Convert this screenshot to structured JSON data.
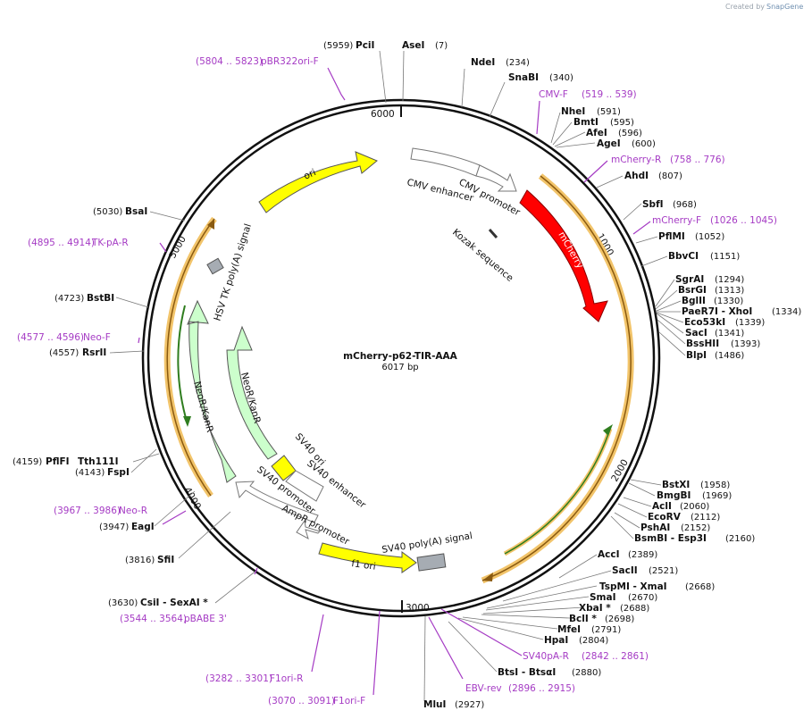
{
  "credit": {
    "created_by": "Created by",
    "app": "SnapGene"
  },
  "plasmid": {
    "name": "mCherry-p62-TIR-AAA",
    "size": "6017 bp"
  },
  "ticks": [
    "6000",
    "1000",
    "2000",
    "3000",
    "4000",
    "5000"
  ],
  "colors": {
    "backbone": "#111111",
    "primer": "#a53bc4",
    "ori": "#ffff00",
    "promoter": "#ffffff",
    "mcherry": "#ff0000",
    "neo": "#ccffcc",
    "polyA": "#a6acb3",
    "orf_highlight": "#f2c46a",
    "orf_green": "#2f7d1f"
  },
  "enzymes": [
    {
      "name": "PciI",
      "pos": "(5959)"
    },
    {
      "name": "AseI",
      "pos": "(7)"
    },
    {
      "name": "NdeI",
      "pos": "(234)"
    },
    {
      "name": "SnaBI",
      "pos": "(340)"
    },
    {
      "name": "NheI",
      "pos": "(591)"
    },
    {
      "name": "BmtI",
      "pos": "(595)"
    },
    {
      "name": "AfeI",
      "pos": "(596)"
    },
    {
      "name": "AgeI",
      "pos": "(600)"
    },
    {
      "name": "AhdI",
      "pos": "(807)"
    },
    {
      "name": "SbfI",
      "pos": "(968)"
    },
    {
      "name": "PflMI",
      "pos": "(1052)"
    },
    {
      "name": "BbvCI",
      "pos": "(1151)"
    },
    {
      "name": "SgrAI",
      "pos": "(1294)"
    },
    {
      "name": "BsrGI",
      "pos": "(1313)"
    },
    {
      "name": "BglII",
      "pos": "(1330)"
    },
    {
      "name": "PaeR7I  - XhoI",
      "pos": "(1334)"
    },
    {
      "name": "Eco53kI",
      "pos": "(1339)"
    },
    {
      "name": "SacI",
      "pos": "(1341)"
    },
    {
      "name": "BssHII",
      "pos": "(1393)"
    },
    {
      "name": "BlpI",
      "pos": "(1486)"
    },
    {
      "name": "BstXI",
      "pos": "(1958)"
    },
    {
      "name": "BmgBI",
      "pos": "(1969)"
    },
    {
      "name": "AclI",
      "pos": "(2060)"
    },
    {
      "name": "EcoRV",
      "pos": "(2112)"
    },
    {
      "name": "PshAI",
      "pos": "(2152)"
    },
    {
      "name": "BsmBI  - Esp3I",
      "pos": "(2160)"
    },
    {
      "name": "AccI",
      "pos": "(2389)"
    },
    {
      "name": "SacII",
      "pos": "(2521)"
    },
    {
      "name": "TspMI  - XmaI",
      "pos": "(2668)"
    },
    {
      "name": "SmaI",
      "pos": "(2670)"
    },
    {
      "name": "XbaI *",
      "pos": "(2688)"
    },
    {
      "name": "BclI *",
      "pos": "(2698)"
    },
    {
      "name": "MfeI",
      "pos": "(2791)"
    },
    {
      "name": "HpaI",
      "pos": "(2804)"
    },
    {
      "name": "BtsI  - BtsαI",
      "pos": "(2880)"
    },
    {
      "name": "MluI",
      "pos": "(2927)"
    },
    {
      "name": "SfiI",
      "pos": "(3816)"
    },
    {
      "name": "EagI",
      "pos": "(3947)"
    },
    {
      "name": "CsiI  - SexAI *",
      "pos": "(3630)"
    },
    {
      "name": "Tth111I",
      "pos": ""
    },
    {
      "name": "PflFI",
      "pos": "(4159)"
    },
    {
      "name": "FspI",
      "pos": "(4143)"
    },
    {
      "name": "RsrII",
      "pos": "(4557)"
    },
    {
      "name": "BstBI",
      "pos": "(4723)"
    },
    {
      "name": "BsaI",
      "pos": "(5030)"
    }
  ],
  "primers": [
    {
      "name": "pBR322ori-F",
      "range": "(5804 .. 5823)"
    },
    {
      "name": "CMV-F",
      "range": "(519 .. 539)"
    },
    {
      "name": "mCherry-R",
      "range": "(758 .. 776)"
    },
    {
      "name": "mCherry-F",
      "range": "(1026 .. 1045)"
    },
    {
      "name": "SV40pA-R",
      "range": "(2842 .. 2861)"
    },
    {
      "name": "EBV-rev",
      "range": "(2896 .. 2915)"
    },
    {
      "name": "F1ori-F",
      "range": "(3070 .. 3091)"
    },
    {
      "name": "F1ori-R",
      "range": "(3282 .. 3301)"
    },
    {
      "name": "pBABE 3'",
      "range": "(3544 .. 3564)"
    },
    {
      "name": "Neo-R",
      "range": "(3967 .. 3986)"
    },
    {
      "name": "Neo-F",
      "range": "(4577 .. 4596)"
    },
    {
      "name": "TK-pA-R",
      "range": "(4895 .. 4914)"
    }
  ],
  "features": [
    {
      "name": "ori"
    },
    {
      "name": "CMV enhancer"
    },
    {
      "name": "CMV promoter"
    },
    {
      "name": "mCherry"
    },
    {
      "name": "Kozak sequence"
    },
    {
      "name": "HSV TK poly(A) signal"
    },
    {
      "name": "NeoR/KanR"
    },
    {
      "name": "NeoR/KanR"
    },
    {
      "name": "SV40 ori"
    },
    {
      "name": "SV40 enhancer"
    },
    {
      "name": "SV40 promoter"
    },
    {
      "name": "AmpR promoter"
    },
    {
      "name": "f1 ori"
    },
    {
      "name": "SV40 poly(A) signal"
    }
  ]
}
